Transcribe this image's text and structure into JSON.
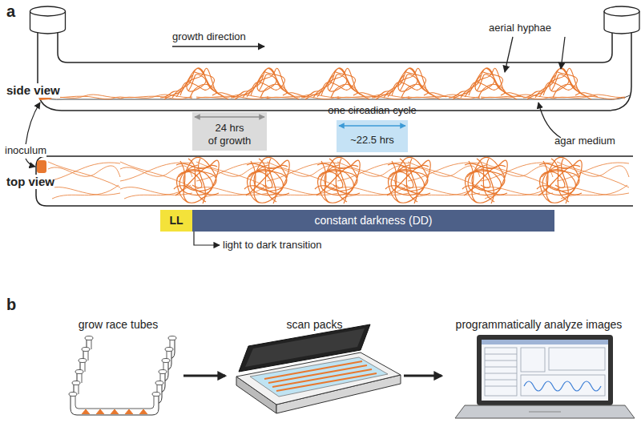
{
  "diagram": {
    "nodes": [
      {
        "text": [
          "LL"
        ]
      },
      {
        "text": [
          "constant darkness (DD)"
        ]
      },
      {
        "text": [
          "24 hrs of growth"
        ]
      },
      {
        "text": [
          "one circadian cycle",
          "~22.5 hrs"
        ]
      },
      {
        "text": [
          "grow race tubes"
        ]
      },
      {
        "text": [
          "scan packs"
        ]
      },
      {
        "text": [
          "programmatically analyze images"
        ]
      }
    ],
    "edges": [
      {
        "from": 4,
        "to": 5,
        "arrow": "to"
      },
      {
        "from": 5,
        "to": 6,
        "arrow": "to"
      }
    ],
    "labels": [
      "a",
      "side view",
      "growth direction",
      "aerial hyphae",
      "agar medium",
      "inoculum",
      "top view",
      "light to dark transition",
      "b"
    ]
  }
}
